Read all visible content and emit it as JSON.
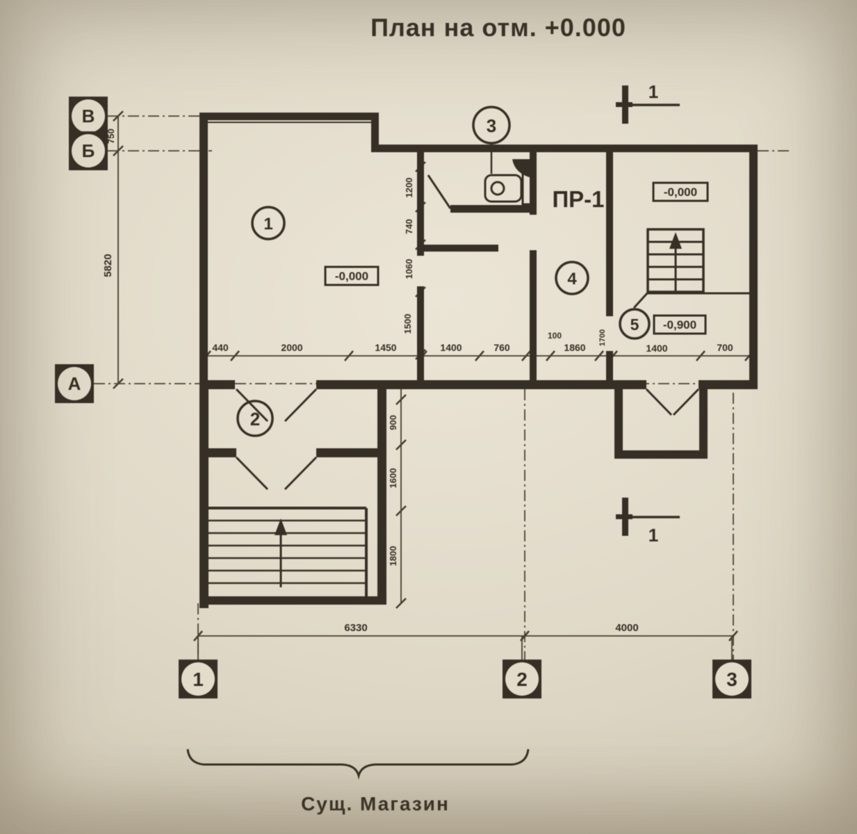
{
  "title": "План на отм. +0.000",
  "caption": "Сущ. Магазин",
  "room_label_pr1": "ПР-1",
  "section_mark": "1",
  "axis_markers": {
    "v": "В",
    "b": "Б",
    "a": "А",
    "c1": "1",
    "c2": "2",
    "c3": "3"
  },
  "room_numbers": {
    "r1": "1",
    "r2": "2",
    "r3": "3",
    "r4": "4",
    "r5": "5"
  },
  "elevations": {
    "room1": "-0,000",
    "right_top": "-0,000",
    "stair_lower": "-0,900"
  },
  "dims": {
    "left": [
      "750",
      "5820"
    ],
    "top_row": [
      "440",
      "2000",
      "1450",
      "1400",
      "760",
      "100",
      "1860",
      "1700",
      "1400",
      "700"
    ],
    "center_col": [
      "1200",
      "740",
      "1060",
      "1500"
    ],
    "stair_col": [
      "900",
      "1600",
      "1800"
    ],
    "bottom_row": [
      "6330",
      "4000"
    ]
  },
  "colors": {
    "ink": "#362f25",
    "paper": "#e0d9c8"
  }
}
